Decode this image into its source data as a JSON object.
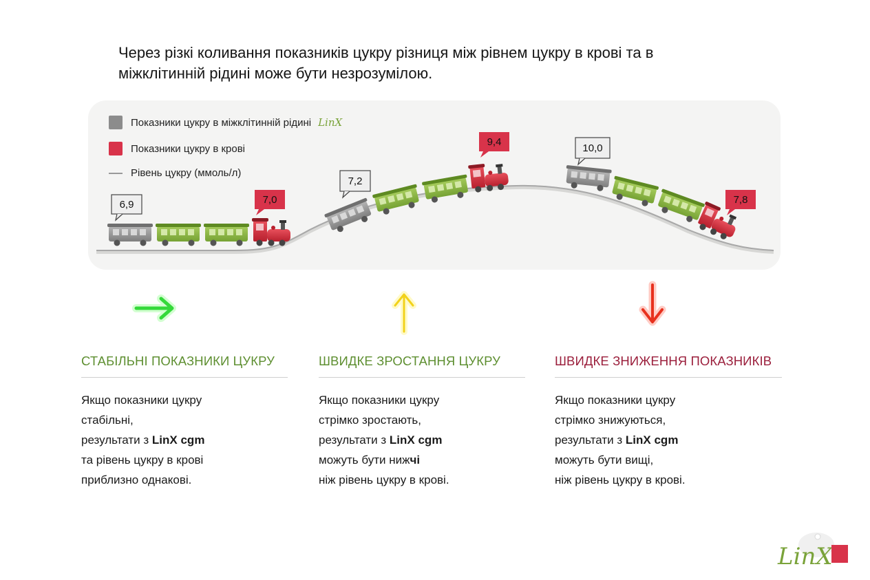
{
  "headline": "Через різкі коливання показників цукру різниця між рівнем цукру в крові та в міжклітинній рідині може бути незрозумілою.",
  "legend": {
    "interstitial": "Показники цукру в міжклітинній рідині",
    "interstitial_logo": "LinX",
    "blood": "Показники цукру в крові",
    "level": "Рівень цукру (ммоль/л)"
  },
  "colors": {
    "interstitial": "#8c8c8c",
    "blood": "#d8334a",
    "car": "#8cb944",
    "stable": "#5e8f31",
    "rise": "#5e8f31",
    "fall": "#9b1f3c",
    "arrow_green": "#34d93a",
    "arrow_yellow": "#f2d21a",
    "arrow_red": "#e8311e"
  },
  "readings": {
    "stable": {
      "interstitial": "6,9",
      "blood": "7,0"
    },
    "rise": {
      "interstitial": "7,2",
      "blood": "9,4"
    },
    "fall": {
      "interstitial": "10,0",
      "blood": "7,8"
    }
  },
  "columns": [
    {
      "title": "СТАБІЛЬНІ ПОКАЗНИКИ ЦУКРУ",
      "l1": "Якщо показники цукру",
      "l2": "стабільні,",
      "l3a": "результати з ",
      "l3b": "LinX cgm",
      "l4": "та рівень цукру в крові",
      "l5": "приблизно однакові."
    },
    {
      "title": "ШВИДКЕ ЗРОСТАННЯ ЦУКРУ",
      "l1": "Якщо показники цукру",
      "l2": "стрімко зростають,",
      "l3a": "результати з ",
      "l3b": "LinX cgm",
      "l4a": "можуть бути ниж",
      "l4b": "чі",
      "l5": "ніж рівень цукру в крові."
    },
    {
      "title": "ШВИДКЕ ЗНИЖЕННЯ ПОКАЗНИКІВ",
      "l1": "Якщо показники цукру",
      "l2": "стрімко знижуються,",
      "l3a": "результати з ",
      "l3b": "LinX cgm",
      "l4": "можуть бути вищі,",
      "l5": "ніж рівень цукру в крові."
    }
  ],
  "brand": {
    "logo": "LinX"
  }
}
